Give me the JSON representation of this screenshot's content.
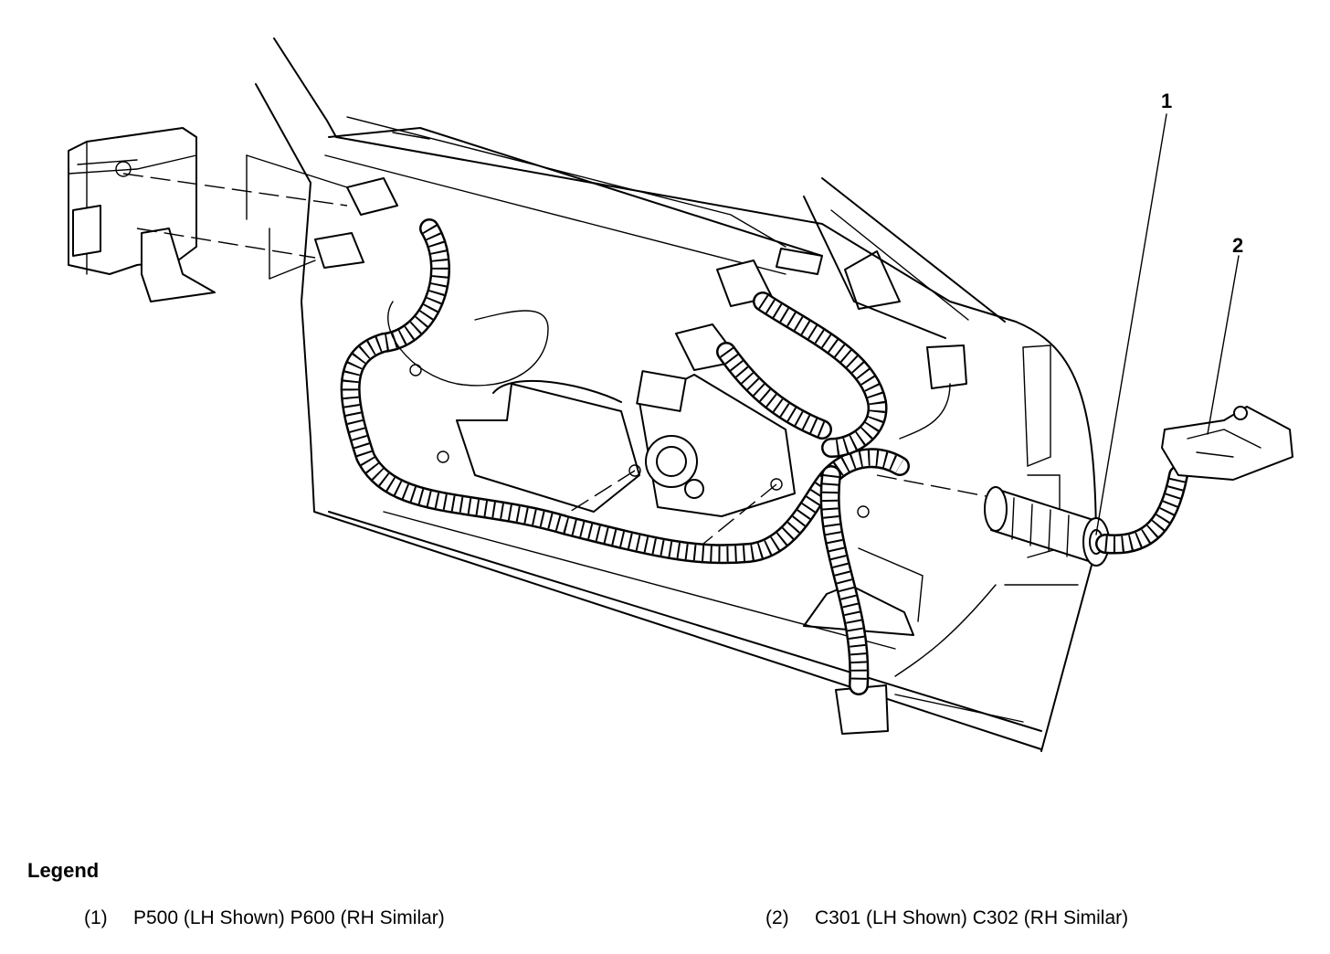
{
  "callouts": [
    {
      "label": "1"
    },
    {
      "label": "2"
    }
  ],
  "legend": {
    "title": "Legend",
    "items": [
      {
        "num": "(1)",
        "text": "P500 (LH Shown) P600 (RH Similar)"
      },
      {
        "num": "(2)",
        "text": "C301 (LH Shown) C302 (RH Similar)"
      }
    ]
  },
  "colors": {
    "ink": "#000000",
    "paper": "#ffffff"
  }
}
